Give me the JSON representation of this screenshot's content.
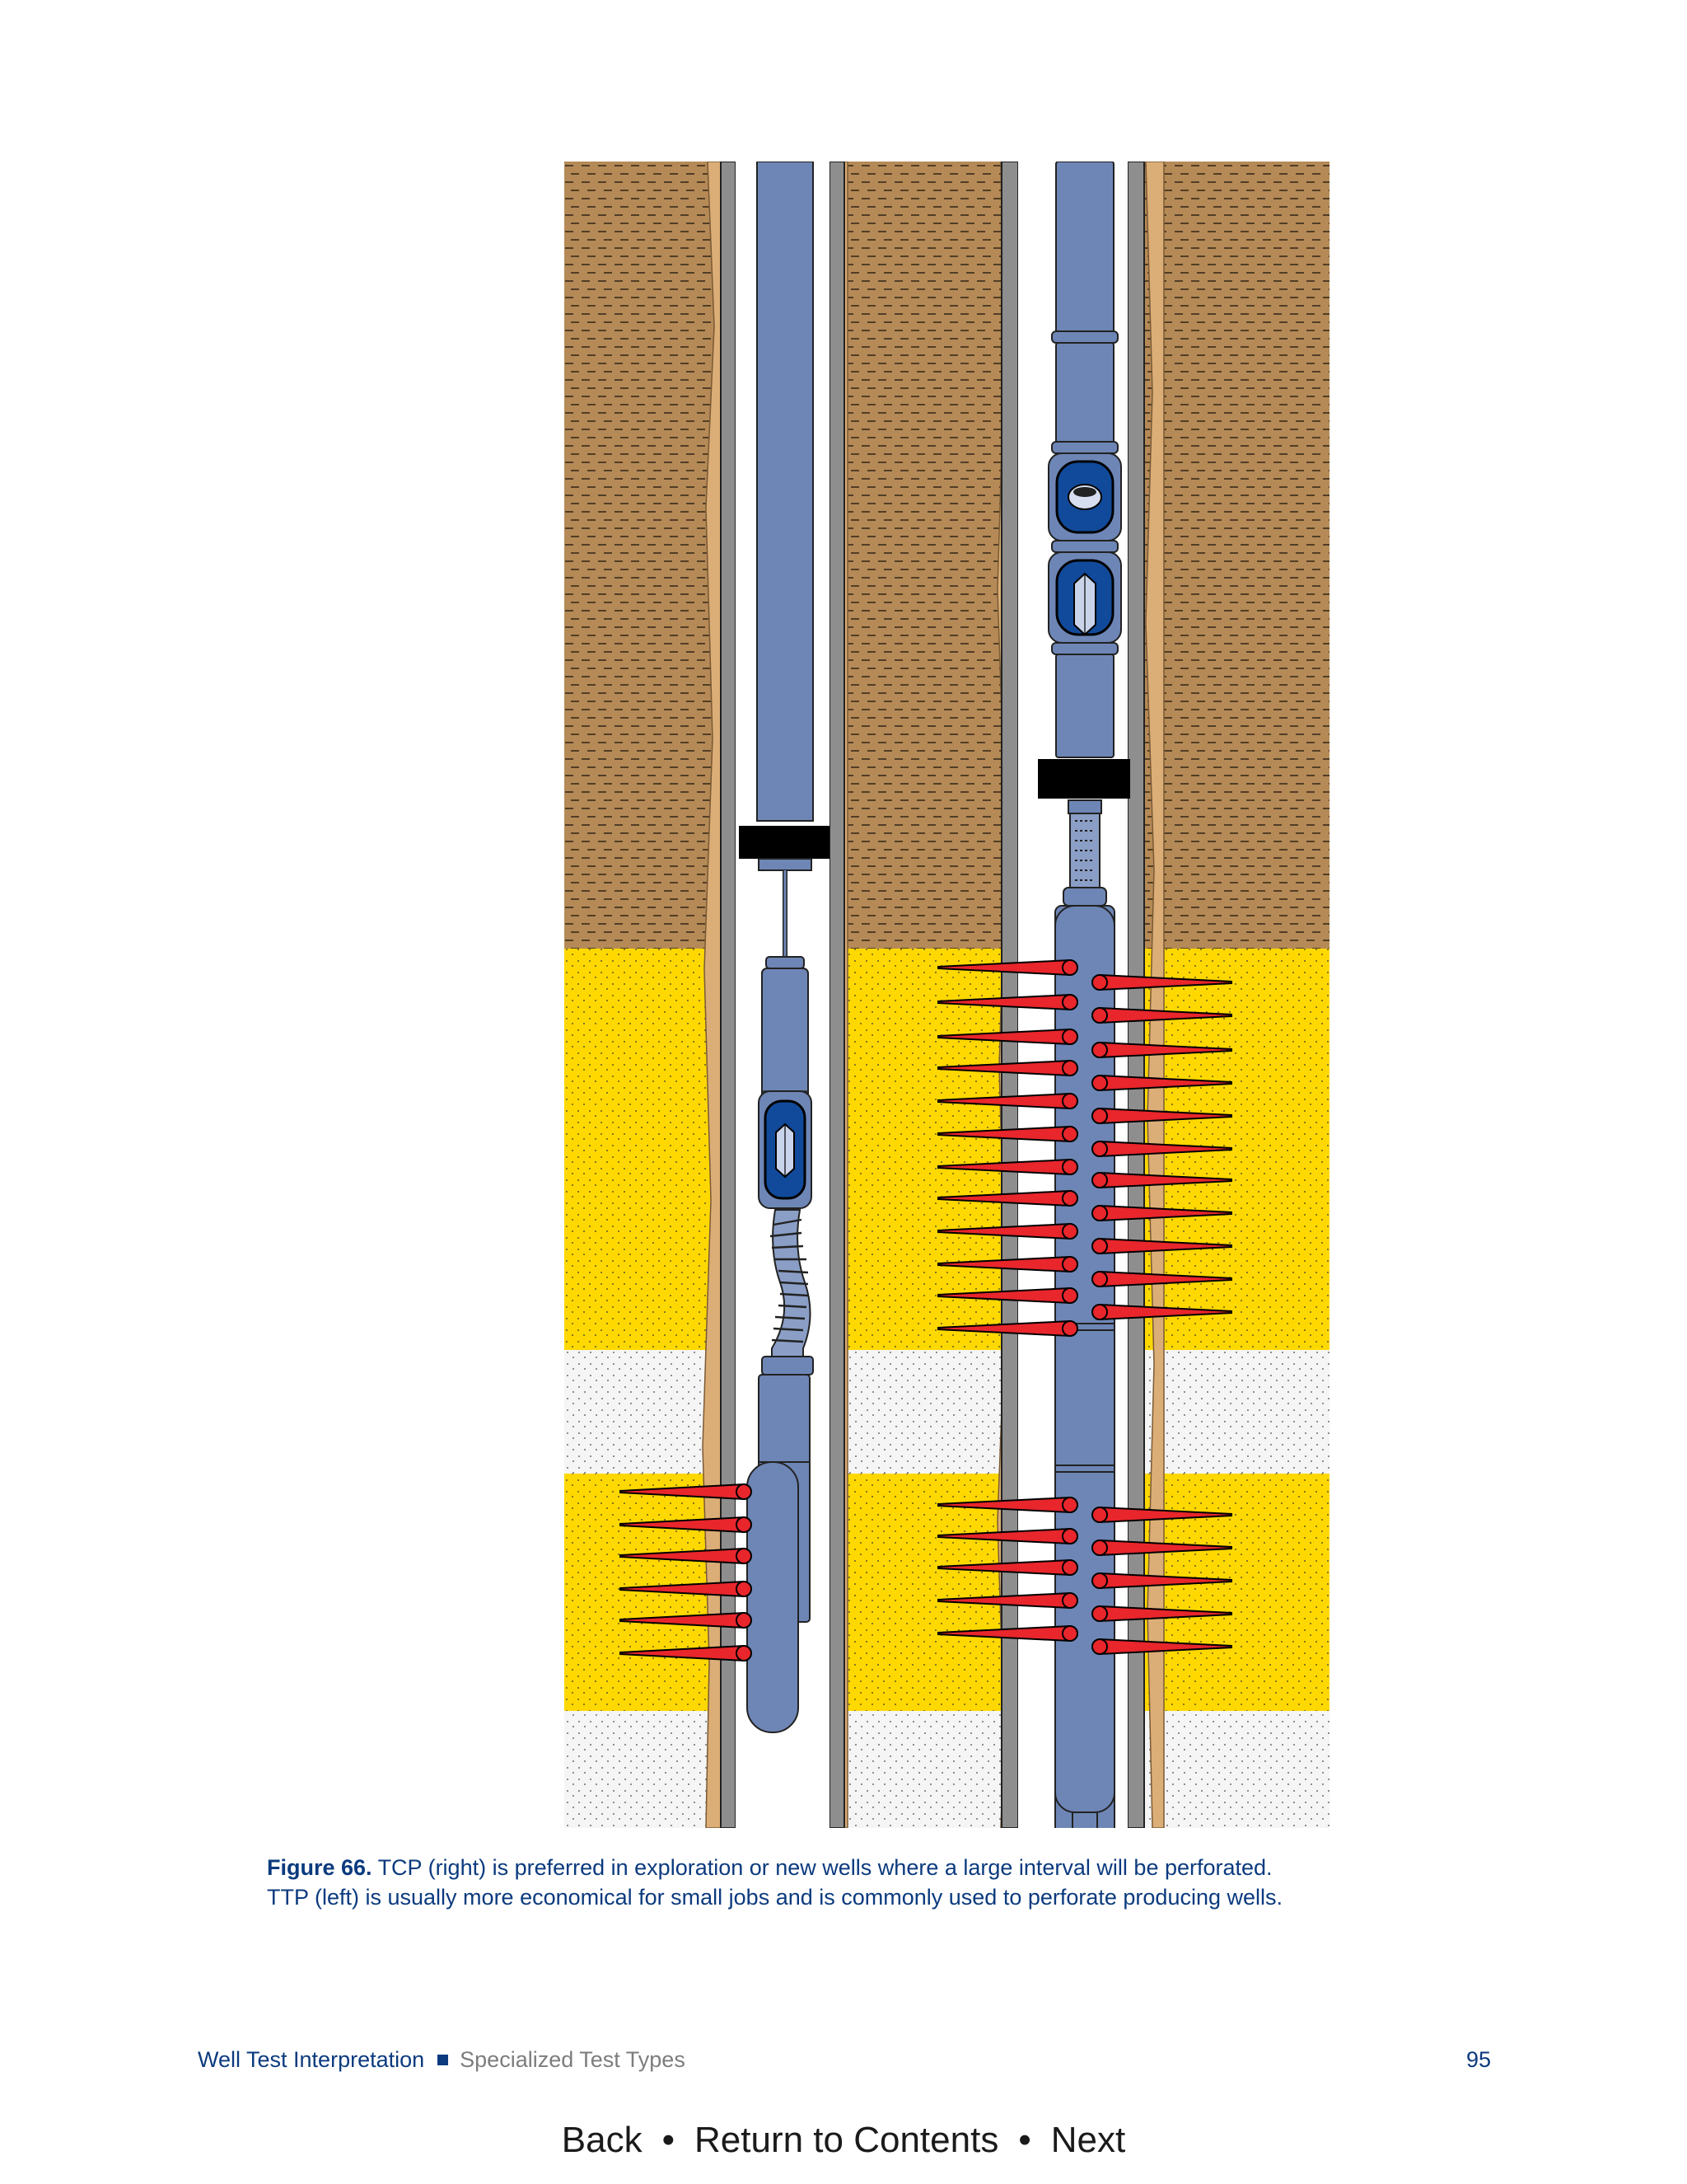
{
  "figure": {
    "caption_lead": "Figure 66.",
    "caption_line1": "TCP (right) is preferred in exploration or new wells where a large interval will be perforated.",
    "caption_line2": "TTP (left) is usually more economical for small jobs and is commonly used to perforate producing wells.",
    "colors": {
      "shale": "#b58a57",
      "pay_sand": "#ffd800",
      "tight_sand": "#f5f5f5",
      "casing": "#8e8e8e",
      "cement": "#dcae77",
      "tool": "#6e86b6",
      "tool_dark": "#114a9a",
      "packer": "#000000",
      "charge": "#e8262b"
    }
  },
  "footer": {
    "doc_title": "Well Test Interpretation",
    "section": "Specialized Test Types",
    "page_number": "95"
  },
  "nav": {
    "back": "Back",
    "contents": "Return to Contents",
    "next": "Next",
    "separator": "•"
  }
}
